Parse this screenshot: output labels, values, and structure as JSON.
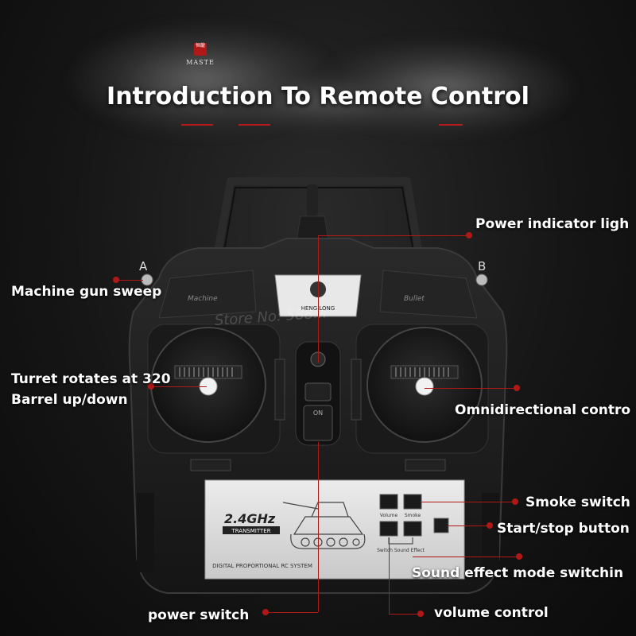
{
  "page": {
    "title": "Introduction To Remote Control",
    "brand_name": "MASTE",
    "brand_seal_text": "恒龍"
  },
  "transmitter": {
    "brand_logo_text": "HENG LONG",
    "band_label": "2.4GHz",
    "badge_label": "TRANSMITTER",
    "system_label": "DIGITAL PROPORTIONAL RC SYSTEM",
    "power_slot_label": "ON",
    "left_shoulder_label": "Machine",
    "right_shoulder_label": "Bullet",
    "panel_buttons": {
      "top_left": "Volume",
      "top_right": "Smoke",
      "bottom_caption": "Switch\nSound Effect"
    },
    "watermark": "Store No: 588..."
  },
  "markers": {
    "left": "A",
    "right": "B"
  },
  "callouts": [
    {
      "key": "power-indicator-light",
      "text": "Power indicator ligh"
    },
    {
      "key": "machine-gun-sweep",
      "text": "Machine gun sweep"
    },
    {
      "key": "turret-rotates",
      "text": "Turret rotates at 320"
    },
    {
      "key": "barrel-up-down",
      "text": "Barrel up/down"
    },
    {
      "key": "omnidirectional-control",
      "text": "Omnidirectional contro"
    },
    {
      "key": "smoke-switch",
      "text": "Smoke switch"
    },
    {
      "key": "start-stop-button",
      "text": "Start/stop button"
    },
    {
      "key": "sound-effect-mode",
      "text": "Sound effect mode switchin"
    },
    {
      "key": "power-switch",
      "text": "power switch"
    },
    {
      "key": "volume-control",
      "text": "volume control"
    }
  ],
  "colors": {
    "accent": "#b01818",
    "background": "#161616",
    "body": "#1c1c1c",
    "text": "#ffffff"
  }
}
